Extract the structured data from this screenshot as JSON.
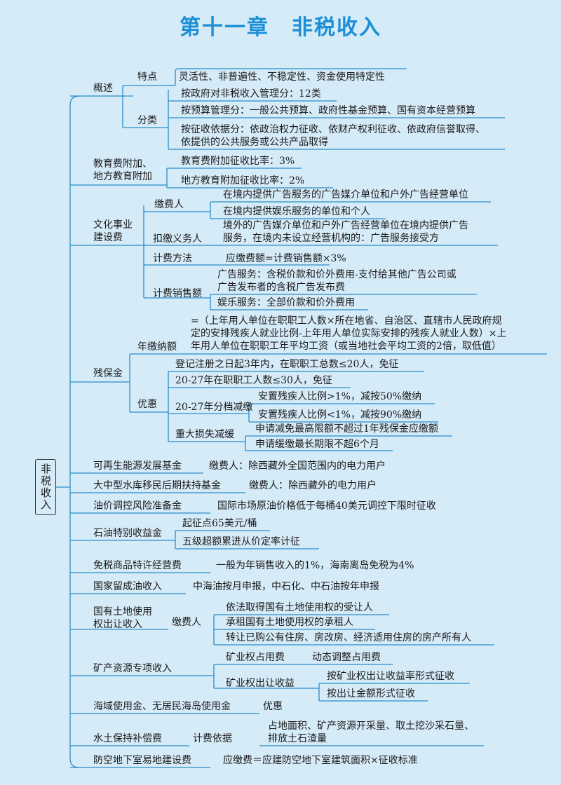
{
  "title": "第十一章　非税收入",
  "root": "非税收入",
  "overview": {
    "label": "概述",
    "features_label": "特点",
    "features": "灵活性、非普遍性、不稳定性、资金使用特定性",
    "class_label": "分类",
    "class_1": "按政府对非税收入管理分：12类",
    "class_2": "按预算管理分：一般公共预算、政府性基金预算、国有资本经营预算",
    "class_3a": "按征收依据分：依政治权力征收、依财产权利征收、依政府信誉取得、",
    "class_3b": "依提供的公共服务或公共产品取得"
  },
  "edu": {
    "label_a": "教育费附加、",
    "label_b": "地方教育附加",
    "rate_1": "教育费附加征收比率：3%",
    "rate_2": "地方教育附加征收比率：2%"
  },
  "culture": {
    "label_a": "文化事业",
    "label_b": "建设费",
    "payer_label": "缴费人",
    "payer_1": "在境内提供广告服务的广告媒介单位和户外广告经营单位",
    "payer_2": "在境内提供娱乐服务的单位和个人",
    "withholder_label": "扣缴义务人",
    "withholder_a": "境外的广告媒介单位和户外广告经营单位在境内提供广告",
    "withholder_b": "服务，在境内未设立经营机构的：广告服务接受方",
    "method_label": "计费方法",
    "method": "应缴费额=计费销售额×3%",
    "sales_label": "计费销售额",
    "sales_ad_a": "广告服务：含税价款和价外费用-支付给其他广告公司或",
    "sales_ad_b": "广告发布者的含税广告发布费",
    "sales_ent": "娱乐服务：全部价款和价外费用"
  },
  "disability": {
    "label": "残保金",
    "annual_label": "年缴纳额",
    "annual_a": "=（上年用人单位在职职工人数×所在地省、自治区、直辖市人民政府规",
    "annual_b": "定的安排残疾人就业比例-上年用人单位实际安排的残疾人就业人数）×上",
    "annual_c": "年用人单位在职职工年平均工资（或当地社会平均工资的2倍，取低值）",
    "pref_label": "优惠",
    "pref_1": "登记注册之日起3年内，在职职工总数≤20人，免征",
    "pref_2": "20-27年在职职工人数≤30人，免征",
    "tier_label": "20-27年分档减缴",
    "tier_1": "安置残疾人比例>1%，减按50%缴纳",
    "tier_2": "安置残疾人比例<1%，减按90%缴纳",
    "loss_label": "重大损失减缓",
    "loss_1": "申请减免最高限额不超过1年残保金应缴额",
    "loss_2": "申请缓缴最长期限不超6个月"
  },
  "renewable": {
    "label": "可再生能源发展基金",
    "detail": "缴费人：除西藏外全国范围内的电力用户"
  },
  "reservoir": {
    "label": "大中型水库移民后期扶持基金",
    "detail": "缴费人：除西藏外的电力用户"
  },
  "oil_price": {
    "label": "油价调控风险准备金",
    "detail": "国际市场原油价格低于每桶40美元调控下限时征收"
  },
  "oil_special": {
    "label": "石油特别收益金",
    "item_1": "起征点65美元/桶",
    "item_2": "五级超额累进从价定率计征"
  },
  "duty_free": {
    "label": "免税商品特许经营费",
    "detail": "一般为年销售收入的1%，海南离岛免税为4%"
  },
  "state_oil": {
    "label": "国家留成油收入",
    "detail": "中海油按月申报，中石化、中石油按年申报"
  },
  "land": {
    "label_a": "国有土地使用",
    "label_b": "权出让收入",
    "payer_label": "缴费人",
    "payer_1": "依法取得国有土地使用权的受让人",
    "payer_2": "承租国有土地使用权的承租人",
    "payer_3": "转让已购公有住房、房改房、经济适用住房的房产所有人"
  },
  "mineral": {
    "label": "矿产资源专项收入",
    "occupy_label": "矿业权占用费",
    "occupy": "动态调整占用费",
    "transfer_label": "矿业权出让收益",
    "transfer_1": "按矿业权出让收益率形式征收",
    "transfer_2": "按出让金额形式征收"
  },
  "sea": {
    "label": "海域使用金、无居民海岛使用金",
    "detail": "优惠"
  },
  "soil": {
    "label": "水土保持补偿费",
    "basis_label": "计费依据",
    "basis_a": "占地面积、矿产资源开采量、取土挖沙采石量、",
    "basis_b": "排放土石渣量"
  },
  "air_defense": {
    "label": "防空地下室易地建设费",
    "detail": "应缴费＝应建防空地下室建筑面积×征收标准"
  }
}
